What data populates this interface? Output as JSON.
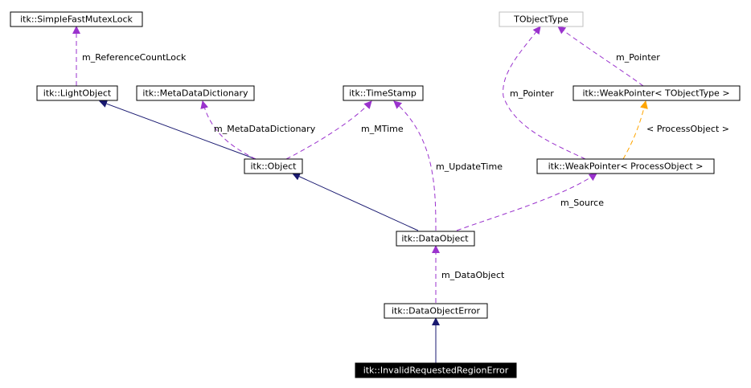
{
  "colors": {
    "inheritance": "#191970",
    "usage": "#9a32cd",
    "template": "#ffa500"
  },
  "nodes": {
    "simple_fast_mutex_lock": "itk::SimpleFastMutexLock",
    "tobject_type": "TObjectType",
    "light_object": "itk::LightObject",
    "meta_data_dictionary": "itk::MetaDataDictionary",
    "time_stamp": "itk::TimeStamp",
    "weak_pointer_tobject": "itk::WeakPointer< TObjectType >",
    "object": "itk::Object",
    "weak_pointer_process": "itk::WeakPointer< ProcessObject >",
    "data_object": "itk::DataObject",
    "data_object_error": "itk::DataObjectError",
    "invalid_requested_region_error": "itk::InvalidRequestedRegionError"
  },
  "edge_labels": {
    "reference_count_lock": "m_ReferenceCountLock",
    "meta_data_dictionary": "m_MetaDataDictionary",
    "mtime": "m_MTime",
    "update_time": "m_UpdateTime",
    "pointer_left": "m_Pointer",
    "pointer_right": "m_Pointer",
    "process_object_template": "< ProcessObject >",
    "source": "m_Source",
    "data_object": "m_DataObject"
  }
}
